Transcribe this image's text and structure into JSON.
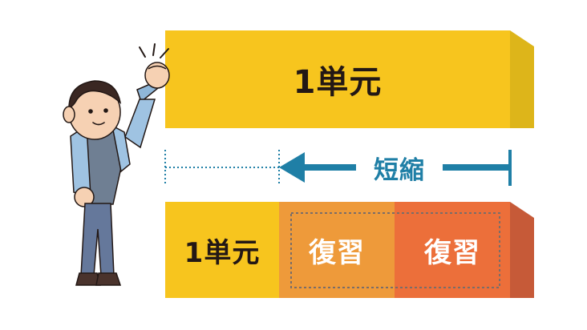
{
  "diagram": {
    "top_block_label": "1単元",
    "bottom_unit_label": "1単元",
    "review_1_label": "復習",
    "review_2_label": "復習",
    "shorten_label": "短縮"
  },
  "colors": {
    "yellow": "#f7c51e",
    "yellow_side": "#ddb51a",
    "orange_light": "#ee9a3a",
    "orange_dark": "#ec6f3a",
    "orange_side": "#c65a38",
    "arrow_blue": "#1f7fa6",
    "dotted_line": "#7a6d68",
    "text_dark": "#231815"
  },
  "icons": {
    "character": "cheering-teacher-icon",
    "arrow": "left-arrow-icon"
  }
}
